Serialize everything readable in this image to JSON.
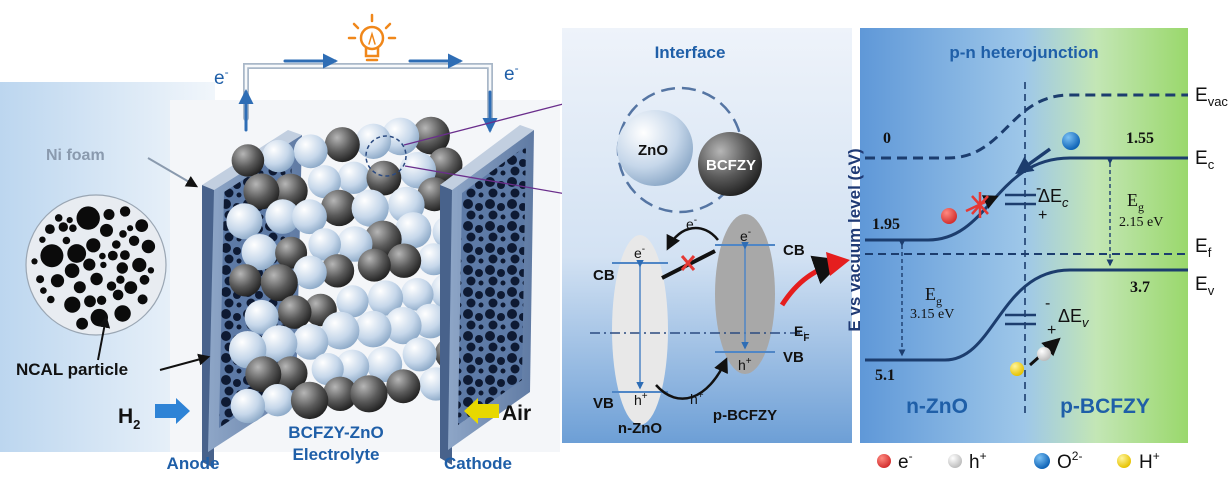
{
  "cell": {
    "electron_left": "e",
    "electron_right": "e",
    "electron_sup": "-",
    "ni_foam": "Ni foam",
    "ncal": "NCAL particle",
    "h2_base": "H",
    "h2_sub": "2",
    "air": "Air",
    "anode": "Anode",
    "electrolyte_line1": "BCFZY-ZnO",
    "electrolyte_line2": "Electrolyte",
    "cathode": "Cathode"
  },
  "interface": {
    "title": "Interface",
    "zno": "ZnO",
    "bcfzy": "BCFZY",
    "cb_left": "CB",
    "cb_right": "CB",
    "vb_left": "VB",
    "vb_right": "VB",
    "e_left": "e",
    "e_top": "e",
    "e_right": "e",
    "h_left": "h",
    "h_bottom": "h",
    "h_right": "h",
    "minus": "-",
    "plus": "+",
    "ef_base": "E",
    "ef_sub": "F",
    "n_label": "n-ZnO",
    "p_label": "p-BCFZY"
  },
  "heterojunction": {
    "title": "p-n heterojunction",
    "y_axis": "E vs vacuum level (eV)",
    "evac_base": "E",
    "evac_sub": "vac",
    "ec_base": "E",
    "ec_sub": "c",
    "ef_base": "E",
    "ef_sub": "f",
    "ev_base": "E",
    "ev_sub": "v",
    "val_0": "0",
    "val_155": "1.55",
    "val_195": "1.95",
    "val_37": "3.7",
    "val_51": "5.1",
    "eg_right_base": "E",
    "eg_right_sub": "g",
    "eg_right_val": "2.15 eV",
    "eg_left_base": "E",
    "eg_left_sub": "g",
    "eg_left_val": "3.15 eV",
    "dec_base": "ΔE",
    "dec_sub": "c",
    "dev_base": "ΔE",
    "dev_sub": "v",
    "minus": "-",
    "plus": "+",
    "n_label": "n-ZnO",
    "p_label": "p-BCFZY"
  },
  "legend": {
    "e_base": "e",
    "e_sup": "-",
    "h_base": "h",
    "h_sup": "+",
    "o_base": "O",
    "o_sup": "2-",
    "hp_base": "H",
    "hp_sup": "+"
  },
  "colors": {
    "blue_text": "#1f5fa8",
    "arrow_blue": "#2e6db5",
    "band_line": "#1c3d6e",
    "red": "#e53935",
    "yellow": "#f2d700",
    "o_blue": "#1e7fd0"
  }
}
